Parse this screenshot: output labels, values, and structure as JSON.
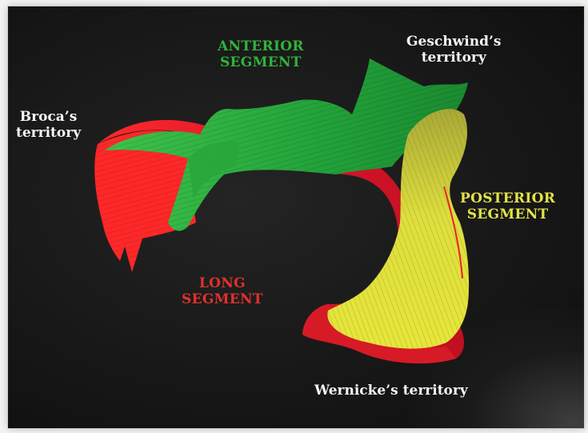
{
  "labels": {
    "broca": [
      "Broca’s",
      "territory"
    ],
    "anterior": [
      "ANTERIOR",
      "SEGMENT"
    ],
    "geschwind": [
      "Geschwind’s",
      "territory"
    ],
    "posterior": [
      "POSTERIOR",
      "SEGMENT"
    ],
    "long": [
      "LONG",
      "SEGMENT"
    ],
    "wernicke": "Wernicke’s territory"
  },
  "colors": {
    "anterior_segment": "#2fa33a",
    "long_segment": "#e8242a",
    "posterior_segment": "#d6d63a",
    "background": "#161616"
  }
}
